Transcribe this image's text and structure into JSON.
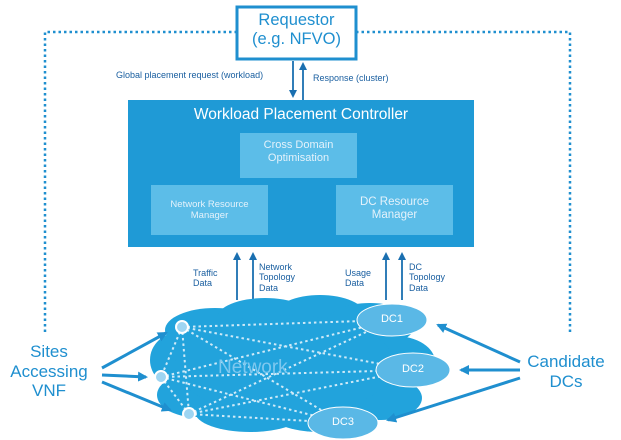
{
  "requestor": {
    "line1": "Requestor",
    "line2": "(e.g. NFVO)"
  },
  "controller": {
    "title": "Workload Placement Controller",
    "cross_domain": [
      "Cross Domain",
      "Optimisation"
    ],
    "network_rm": [
      "Network Resource",
      "Manager"
    ],
    "dc_rm": [
      "DC Resource",
      "Manager"
    ]
  },
  "arrows": {
    "global_request": "Global placement request (workload)",
    "response": "Response (cluster)"
  },
  "data_flows": {
    "traffic": [
      "Traffic",
      "Data"
    ],
    "network_topology": [
      "Network",
      "Topology",
      "Data"
    ],
    "usage": [
      "Usage",
      "Data"
    ],
    "dc_topology": [
      "DC",
      "Topology",
      "Data"
    ]
  },
  "network": {
    "label": "Network",
    "dcs": [
      "DC1",
      "DC2",
      "DC3"
    ]
  },
  "sites": [
    "Sites",
    "Accessing",
    "VNF"
  ],
  "candidate": [
    "Candidate",
    "DCs"
  ],
  "colors": {
    "primary": "#1f9ad6",
    "dark": "#1a6fb0",
    "inner_box": "#5cbde8",
    "cloud": "#22a3dc",
    "dc": "#5ab8e6",
    "text": "#1a5fa0"
  }
}
